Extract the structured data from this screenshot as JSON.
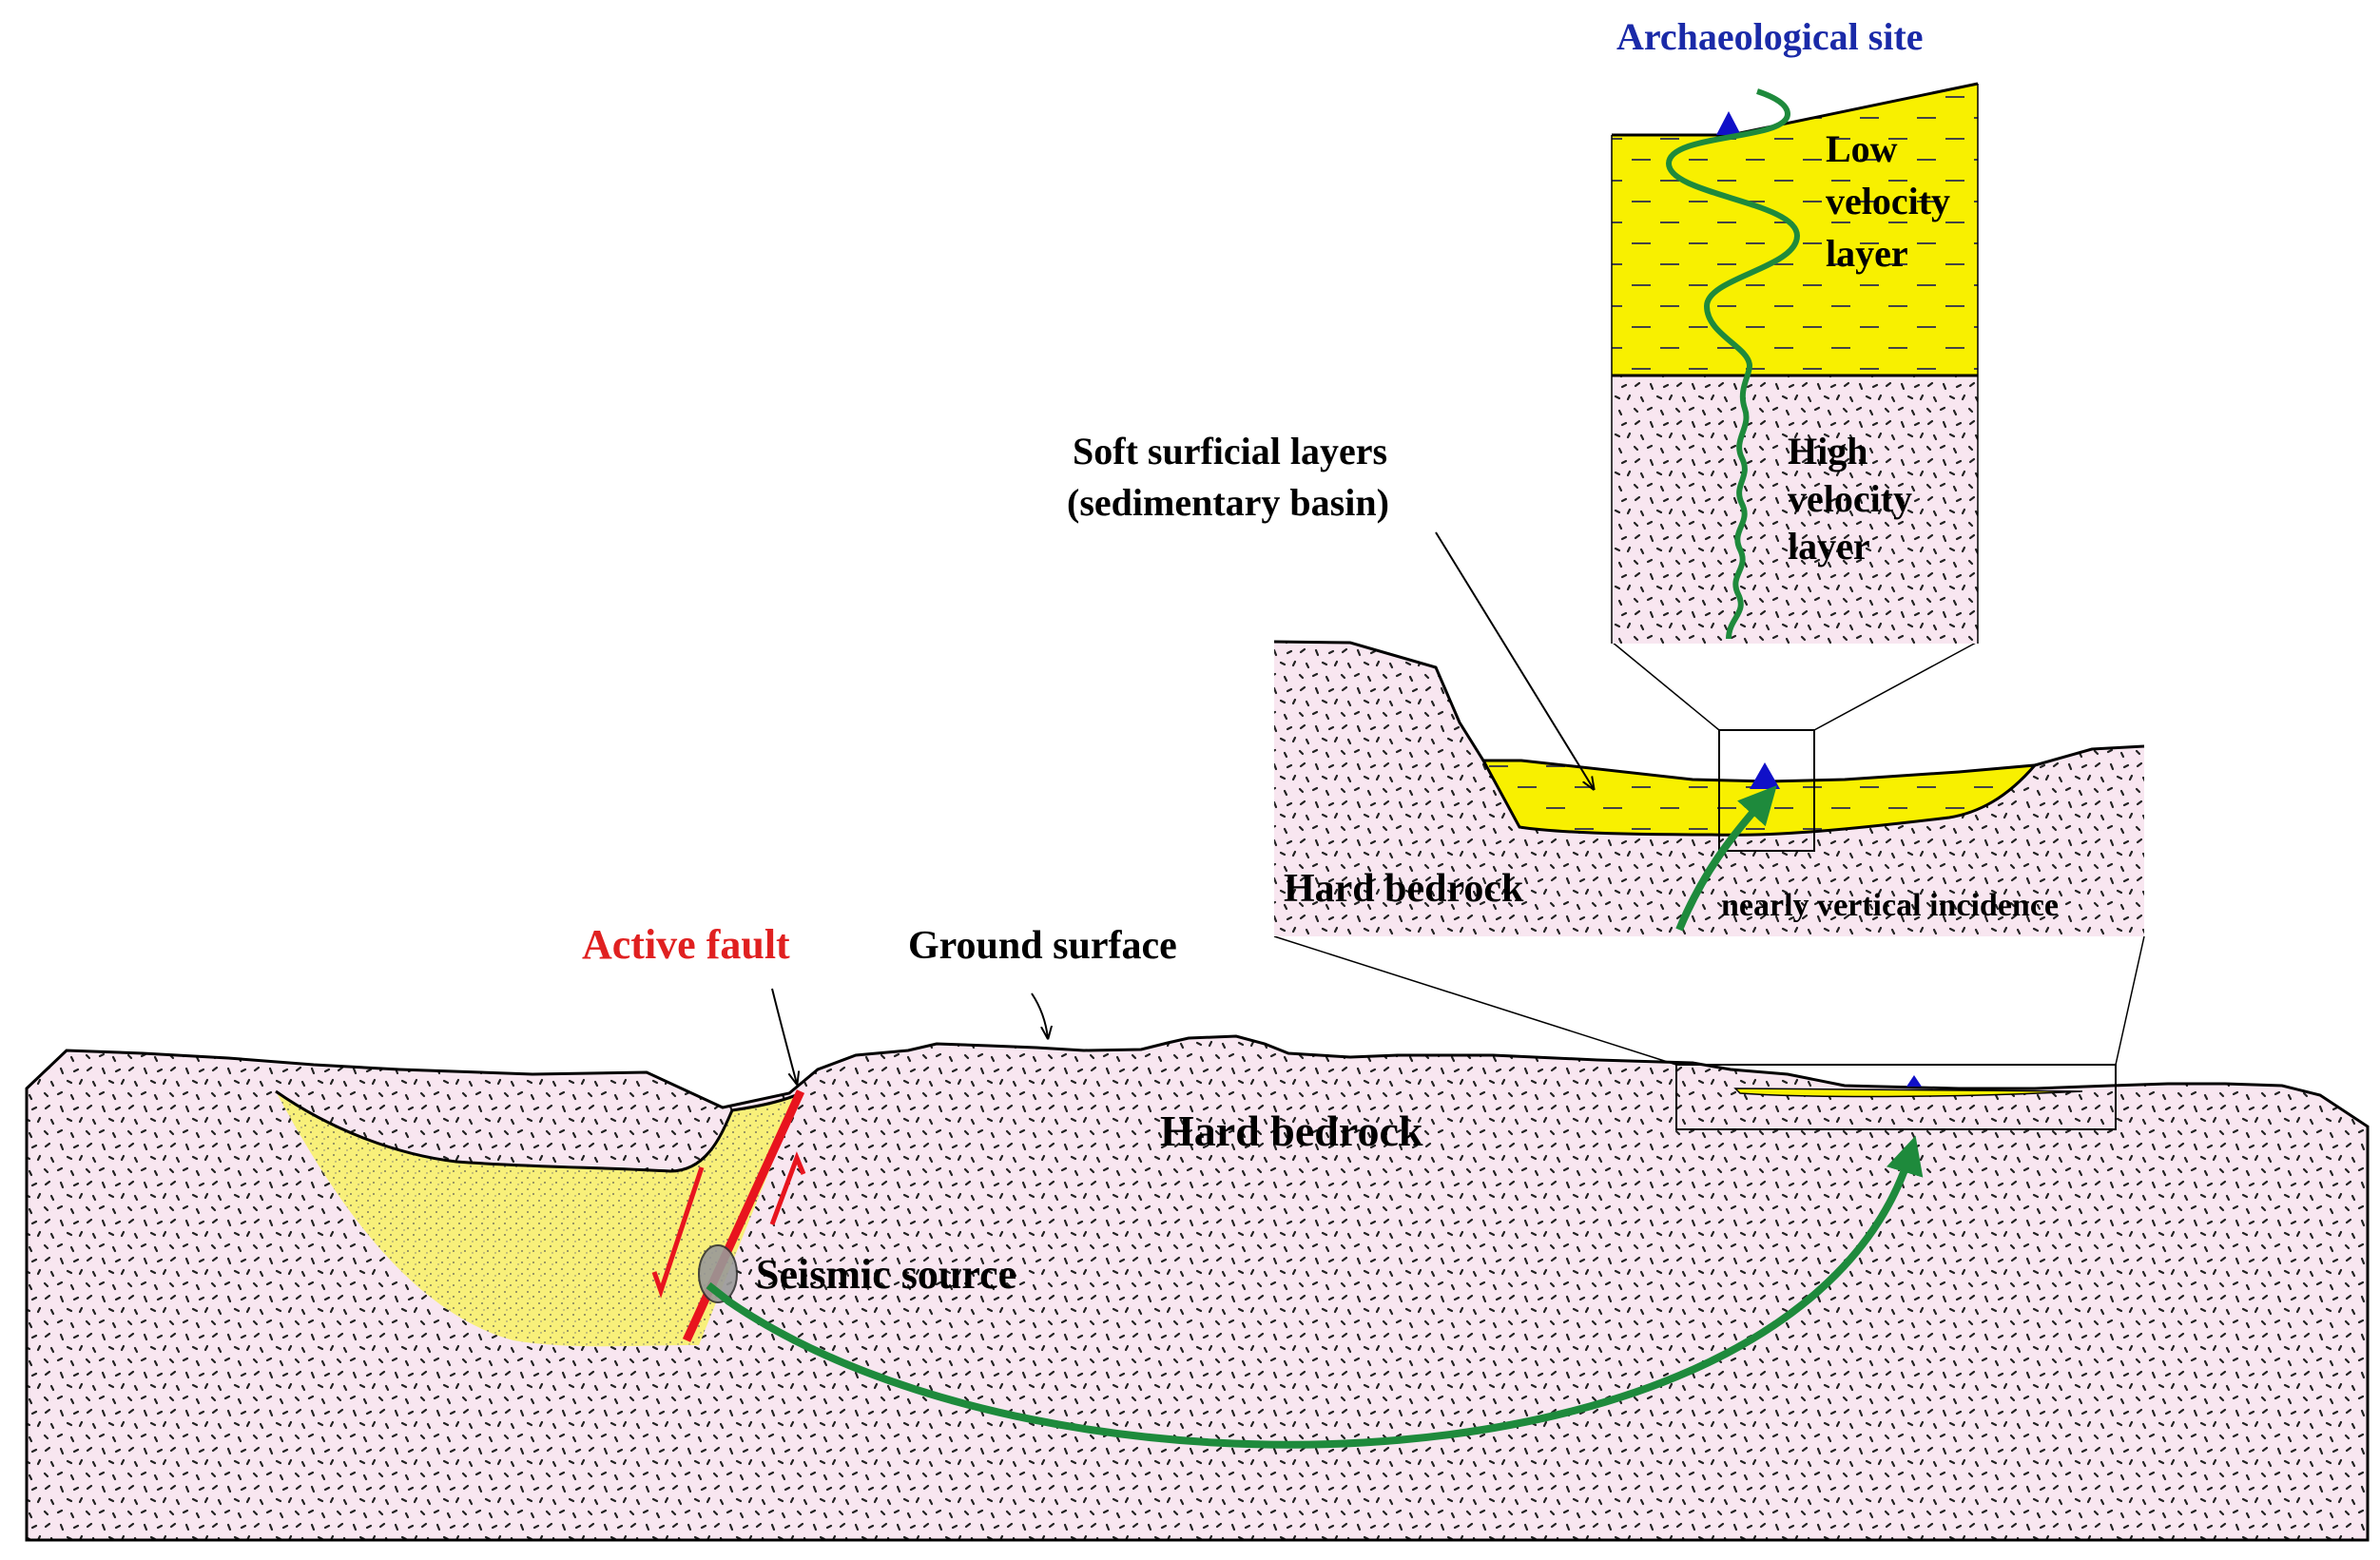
{
  "labels": {
    "archaeological_site": "Archaeological site",
    "low_velocity_1": "Low",
    "low_velocity_2": "velocity",
    "low_velocity_3": "layer",
    "high_velocity_1": "High",
    "high_velocity_2": "velocity",
    "high_velocity_3": "layer",
    "soft_layers_1": "Soft surficial layers",
    "soft_layers_2": "(sedimentary basin)",
    "hard_bedrock_inset": "Hard bedrock",
    "vertical_incidence": "nearly vertical incidence",
    "active_fault": "Active fault",
    "ground_surface": "Ground surface",
    "hard_bedrock_main": "Hard bedrock",
    "seismic_source": "Seismic source"
  },
  "colors": {
    "bedrock": "#f8e6f0",
    "sediment": "#f8f07a",
    "low_velocity": "#f8f000",
    "wave_path": "#1e8a3c",
    "fault": "#e8141e",
    "site_marker": "#1010c8",
    "title_blue": "#1a2aa8",
    "fault_label": "#e02020",
    "outline": "#000000"
  }
}
